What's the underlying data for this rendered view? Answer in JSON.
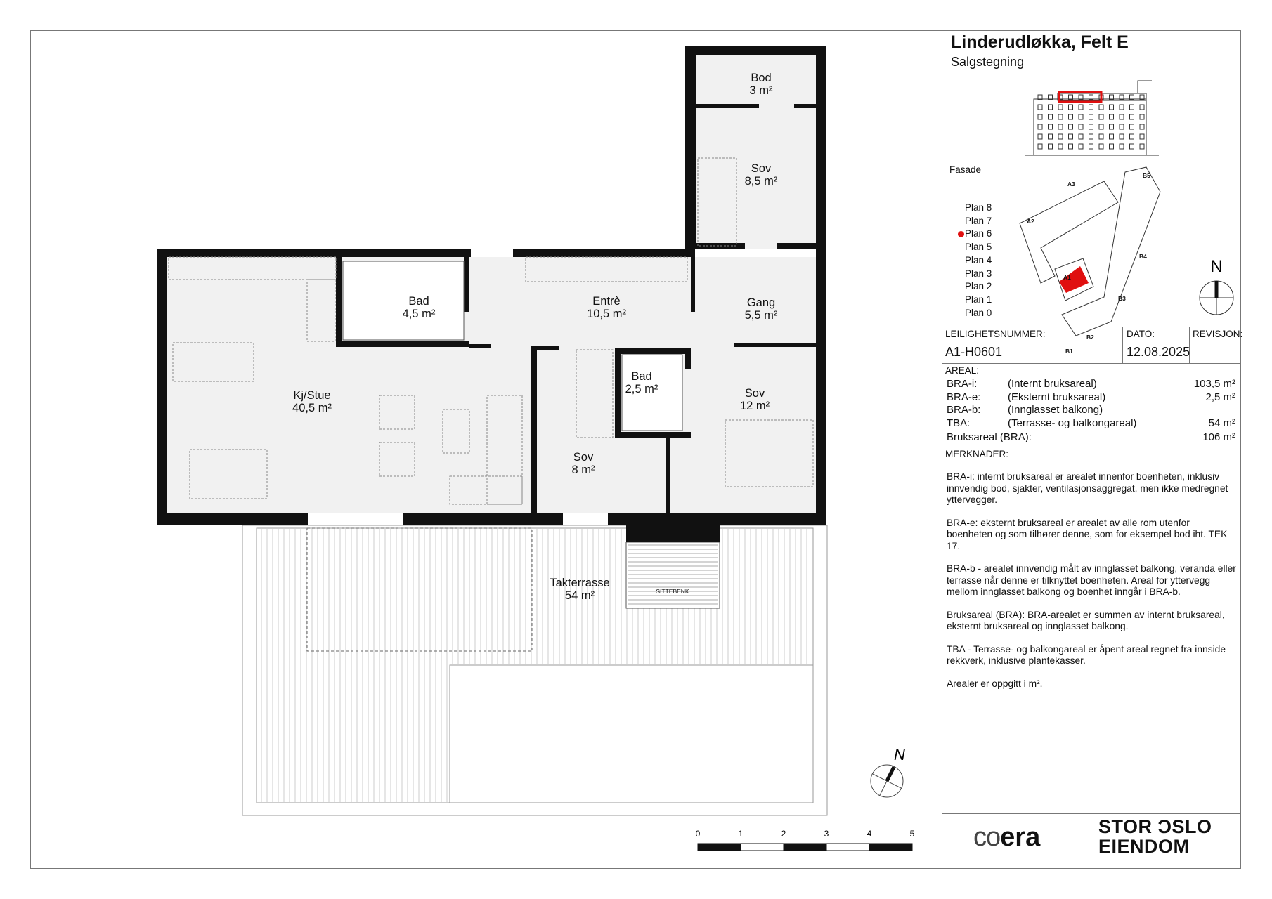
{
  "header": {
    "title": "Linderudløkka, Felt E",
    "subtitle": "Salgstegning"
  },
  "key_plan": {
    "facade_label": "Fasade",
    "plans": [
      "Plan 8",
      "Plan 7",
      "Plan 6",
      "Plan 5",
      "Plan 4",
      "Plan 3",
      "Plan 2",
      "Plan 1",
      "Plan 0"
    ],
    "active_plan": "Plan 6",
    "buildings": [
      "A1",
      "A2",
      "A3",
      "B1",
      "B2",
      "B3",
      "B4",
      "B5"
    ],
    "north": "N",
    "highlight_color": "#e01010"
  },
  "info": {
    "unit_label": "LEILIGHETSNUMMER:",
    "unit": "A1-H0601",
    "date_label": "DATO:",
    "date": "12.08.2025",
    "revision_label": "REVISJON:",
    "revision": ""
  },
  "areal": {
    "label": "AREAL:",
    "rows": [
      {
        "code": "BRA-i:",
        "desc": "(Internt bruksareal)",
        "value": "103,5 m²"
      },
      {
        "code": "BRA-e:",
        "desc": "(Eksternt bruksareal)",
        "value": "2,5 m²"
      },
      {
        "code": "BRA-b:",
        "desc": "(Innglasset balkong)",
        "value": ""
      },
      {
        "code": "TBA:",
        "desc": "(Terrasse- og balkongareal)",
        "value": "54 m²"
      }
    ],
    "total_label": "Bruksareal (BRA):",
    "total_value": "106 m²"
  },
  "notes": {
    "label": "MERKNADER:",
    "paragraphs": [
      "BRA-i: internt bruksareal er arealet innenfor boenheten, inklusiv innvendig bod, sjakter, ventilasjonsaggregat, men ikke medregnet yttervegger.",
      "BRA-e: eksternt bruksareal er arealet av alle rom utenfor boenheten og som tilhører denne, som for eksempel bod iht. TEK 17.",
      "BRA-b - arealet innvendig målt av innglasset balkong, veranda eller terrasse når denne er tilknyttet boenheten. Areal for yttervegg mellom innglasset balkong og boenhet inngår i BRA-b.",
      "Bruksareal (BRA): BRA-arealet er summen av internt bruksareal, eksternt bruksareal og innglasset balkong.",
      "TBA - Terrasse- og balkongareal er åpent areal regnet fra innside rekkverk, inklusive plantekasser.",
      "Arealer er oppgitt i m²."
    ]
  },
  "logos": {
    "coera_a": "co",
    "coera_b": "era",
    "storoslo_1": "STOR ƆSLO",
    "storoslo_2": "EIENDOM"
  },
  "rooms": [
    {
      "name": "Bod",
      "area": "3 m²"
    },
    {
      "name": "Sov",
      "area": "8,5 m²"
    },
    {
      "name": "Bad",
      "area": "4,5 m²"
    },
    {
      "name": "Entrè",
      "area": "10,5 m²"
    },
    {
      "name": "Gang",
      "area": "5,5 m²"
    },
    {
      "name": "Kj/Stue",
      "area": "40,5 m²"
    },
    {
      "name": "Bad",
      "area": "2,5 m²"
    },
    {
      "name": "Sov",
      "area": "12 m²"
    },
    {
      "name": "Sov",
      "area": "8 m²"
    },
    {
      "name": "Takterrasse",
      "area": "54 m²"
    }
  ],
  "bench_label": "SITTEBENK",
  "north_label": "N",
  "scale": {
    "ticks": [
      "0",
      "1",
      "2",
      "3",
      "4",
      "5"
    ]
  }
}
